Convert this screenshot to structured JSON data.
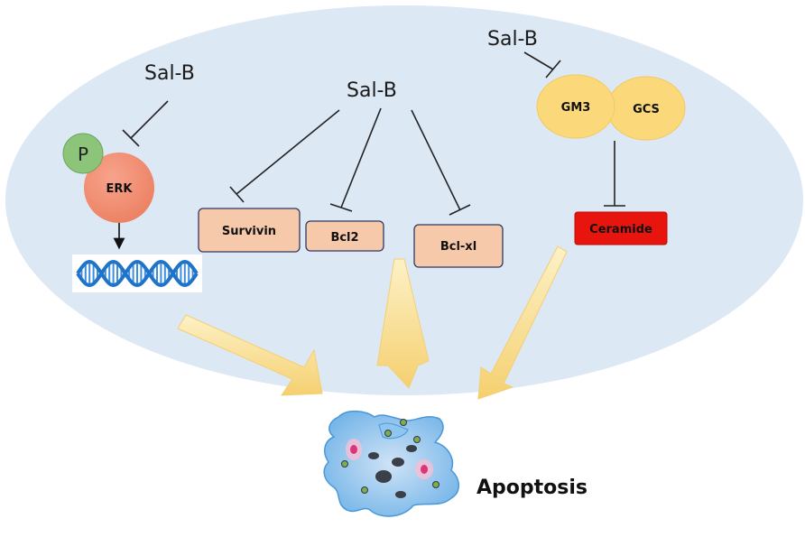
{
  "diagram": {
    "inhibitor_left": "Sal-B",
    "inhibitor_center": "Sal-B",
    "inhibitor_right": "Sal-B",
    "phospho_label": "P",
    "erk_label": "ERK",
    "survivin_label": "Survivin",
    "bcl2_label": "Bcl2",
    "bclxl_label": "Bcl-xl",
    "gm3_label": "GM3",
    "gcs_label": "GCS",
    "ceramide_label": "Ceramide",
    "outcome_label": "Apoptosis"
  },
  "colors": {
    "cell_fill": "#dde8f5",
    "erk_fill": "#f0937a",
    "phospho_fill": "#8cc57a",
    "box_fill": "#f6c9aa",
    "box_stroke": "#2f3a60",
    "enzyme_fill": "#fbd97a",
    "ceramide_fill": "#e8150f",
    "arrow_fill": "#f8dc86",
    "dna_color": "#1f74c9"
  }
}
